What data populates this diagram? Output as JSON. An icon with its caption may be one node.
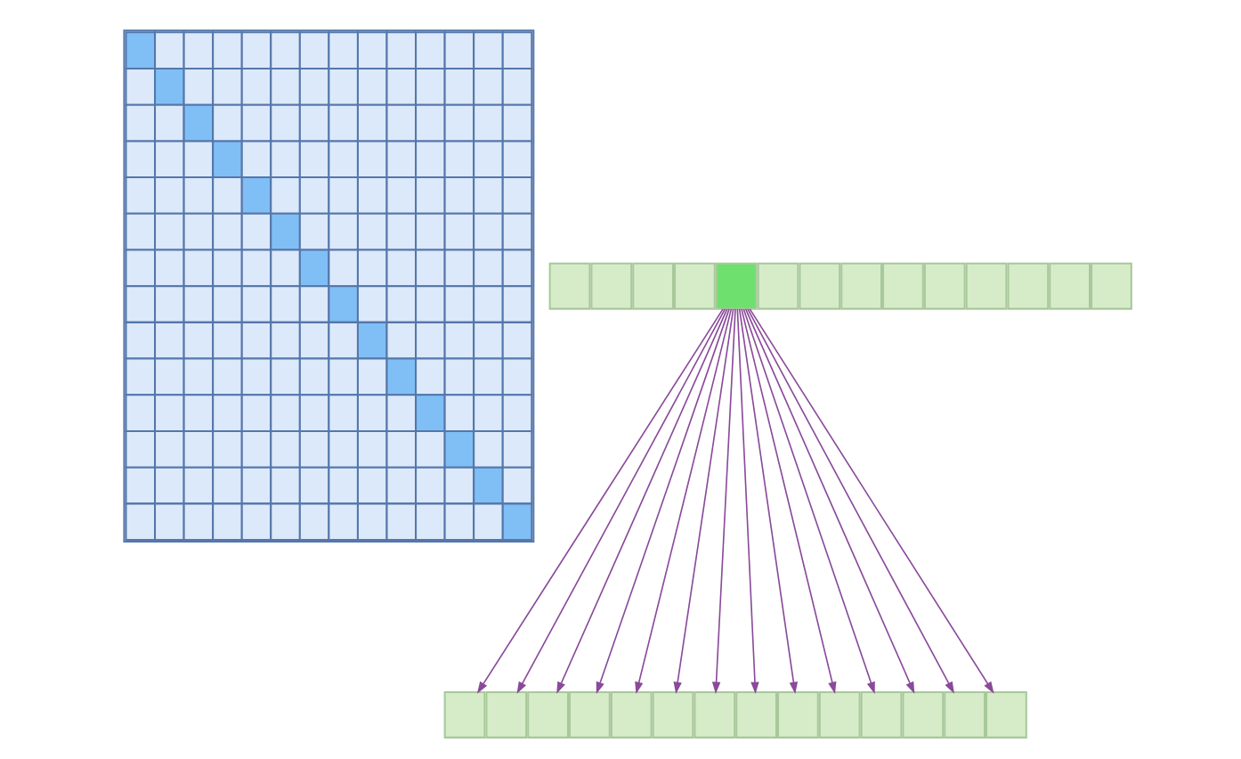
{
  "diagram": {
    "nodes": [
      {
        "text": [],
        "shape": "grid"
      },
      {
        "text": [],
        "shape": "box"
      },
      {
        "text": [],
        "shape": "box"
      },
      {
        "text": [],
        "shape": "box"
      },
      {
        "text": [],
        "shape": "box"
      },
      {
        "text": [],
        "shape": "box"
      },
      {
        "text": [],
        "shape": "box"
      },
      {
        "text": [],
        "shape": "box"
      },
      {
        "text": [],
        "shape": "box"
      },
      {
        "text": [],
        "shape": "box"
      },
      {
        "text": [],
        "shape": "box"
      },
      {
        "text": [],
        "shape": "box"
      },
      {
        "text": [],
        "shape": "box"
      },
      {
        "text": [],
        "shape": "box"
      },
      {
        "text": [],
        "shape": "box"
      },
      {
        "text": [],
        "shape": "box"
      },
      {
        "text": [],
        "shape": "box"
      },
      {
        "text": [],
        "shape": "box"
      },
      {
        "text": [],
        "shape": "box"
      },
      {
        "text": [],
        "shape": "box"
      },
      {
        "text": [],
        "shape": "box"
      },
      {
        "text": [],
        "shape": "box"
      },
      {
        "text": [],
        "shape": "box"
      },
      {
        "text": [],
        "shape": "box"
      },
      {
        "text": [],
        "shape": "box"
      },
      {
        "text": [],
        "shape": "box"
      },
      {
        "text": [],
        "shape": "box"
      },
      {
        "text": [],
        "shape": "box"
      },
      {
        "text": [],
        "shape": "box"
      }
    ],
    "edges": [
      {
        "from": 5,
        "to": 15,
        "arrow": "to"
      },
      {
        "from": 5,
        "to": 16,
        "arrow": "to"
      },
      {
        "from": 5,
        "to": 17,
        "arrow": "to"
      },
      {
        "from": 5,
        "to": 18,
        "arrow": "to"
      },
      {
        "from": 5,
        "to": 19,
        "arrow": "to"
      },
      {
        "from": 5,
        "to": 20,
        "arrow": "to"
      },
      {
        "from": 5,
        "to": 21,
        "arrow": "to"
      },
      {
        "from": 5,
        "to": 22,
        "arrow": "to"
      },
      {
        "from": 5,
        "to": 23,
        "arrow": "to"
      },
      {
        "from": 5,
        "to": 24,
        "arrow": "to"
      },
      {
        "from": 5,
        "to": 25,
        "arrow": "to"
      },
      {
        "from": 5,
        "to": 26,
        "arrow": "to"
      },
      {
        "from": 5,
        "to": 27,
        "arrow": "to"
      },
      {
        "from": 5,
        "to": 28,
        "arrow": "to"
      }
    ]
  }
}
